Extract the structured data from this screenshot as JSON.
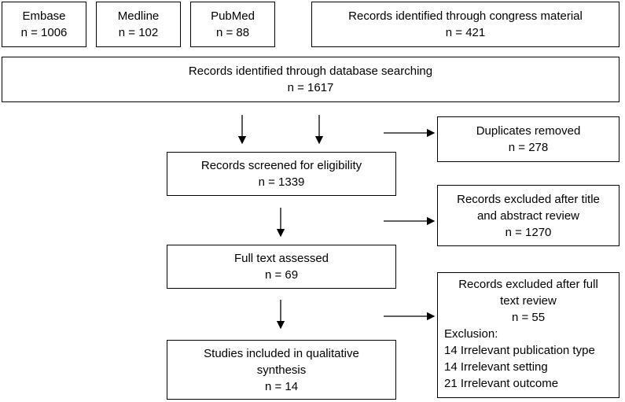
{
  "sources": {
    "embase": {
      "name": "Embase",
      "count": "n = 1006"
    },
    "medline": {
      "name": "Medline",
      "count": "n = 102"
    },
    "pubmed": {
      "name": "PubMed",
      "count": "n = 88"
    },
    "congress": {
      "name": "Records identified through congress material",
      "count": "n = 421"
    }
  },
  "database_search": {
    "label": "Records identified through database searching",
    "count": "n = 1617"
  },
  "duplicates": {
    "label": "Duplicates removed",
    "count": "n = 278"
  },
  "screened": {
    "label": "Records screened for eligibility",
    "count": "n = 1339"
  },
  "excluded_title": {
    "line1": "Records excluded after title",
    "line2": "and abstract review",
    "count": "n = 1270"
  },
  "full_text": {
    "label": "Full text assessed",
    "count": "n = 69"
  },
  "excluded_full": {
    "line1": "Records excluded after full",
    "line2": "text review",
    "count": "n = 55",
    "exclusion_label": "Exclusion:",
    "reasons": [
      "14 Irrelevant publication type",
      "14 Irrelevant setting",
      "21 Irrelevant outcome"
    ]
  },
  "included": {
    "line1": "Studies included in qualitative",
    "line2": "synthesis",
    "count": "n = 14"
  }
}
